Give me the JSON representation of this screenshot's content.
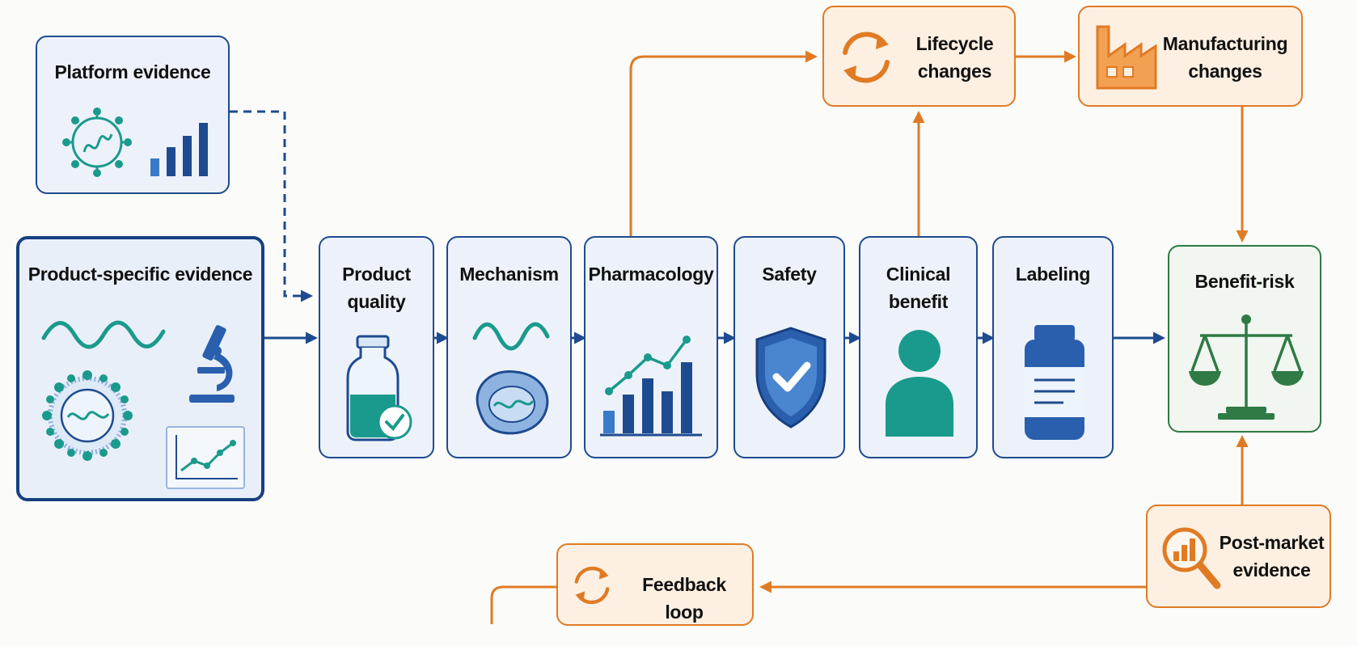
{
  "colors": {
    "blue": "#1e4b8f",
    "teal": "#1a9a8c",
    "orange": "#e07b24",
    "green": "#2f7a45",
    "background": "#fbfbfa"
  },
  "nodes": {
    "platform": {
      "label": "Platform evidence"
    },
    "product_specific": {
      "label": "Product-specific evidence"
    },
    "product_quality": {
      "label": "Product\nquality"
    },
    "mechanism": {
      "label": "Mechanism"
    },
    "pharmacology": {
      "label": "Pharmacology"
    },
    "safety": {
      "label": "Safety"
    },
    "clinical_benefit": {
      "label": "Clinical\nbenefit"
    },
    "labeling": {
      "label": "Labeling"
    },
    "benefit_risk": {
      "label": "Benefit-risk"
    },
    "lifecycle": {
      "label": "Lifecycle\nchanges"
    },
    "manufacturing": {
      "label": "Manufacturing\nchanges"
    },
    "post_market": {
      "label": "Post-market\nevidence"
    },
    "feedback": {
      "label": "Feedback loop"
    }
  },
  "icons": {
    "platform": [
      "virus-particle-icon",
      "bar-chart-icon"
    ],
    "product_specific": [
      "wave-icon",
      "microscope-icon",
      "nanoparticle-icon",
      "line-chart-icon"
    ],
    "product_quality": "vial-check-icon",
    "mechanism": "cell-wave-icon",
    "pharmacology": "bar-line-chart-icon",
    "safety": "shield-check-icon",
    "clinical_benefit": "person-icon",
    "labeling": "medicine-bottle-icon",
    "benefit_risk": "scales-icon",
    "lifecycle": "refresh-cycle-icon",
    "manufacturing": "factory-icon",
    "post_market": "magnifier-chart-icon",
    "feedback": "refresh-cycle-icon"
  }
}
